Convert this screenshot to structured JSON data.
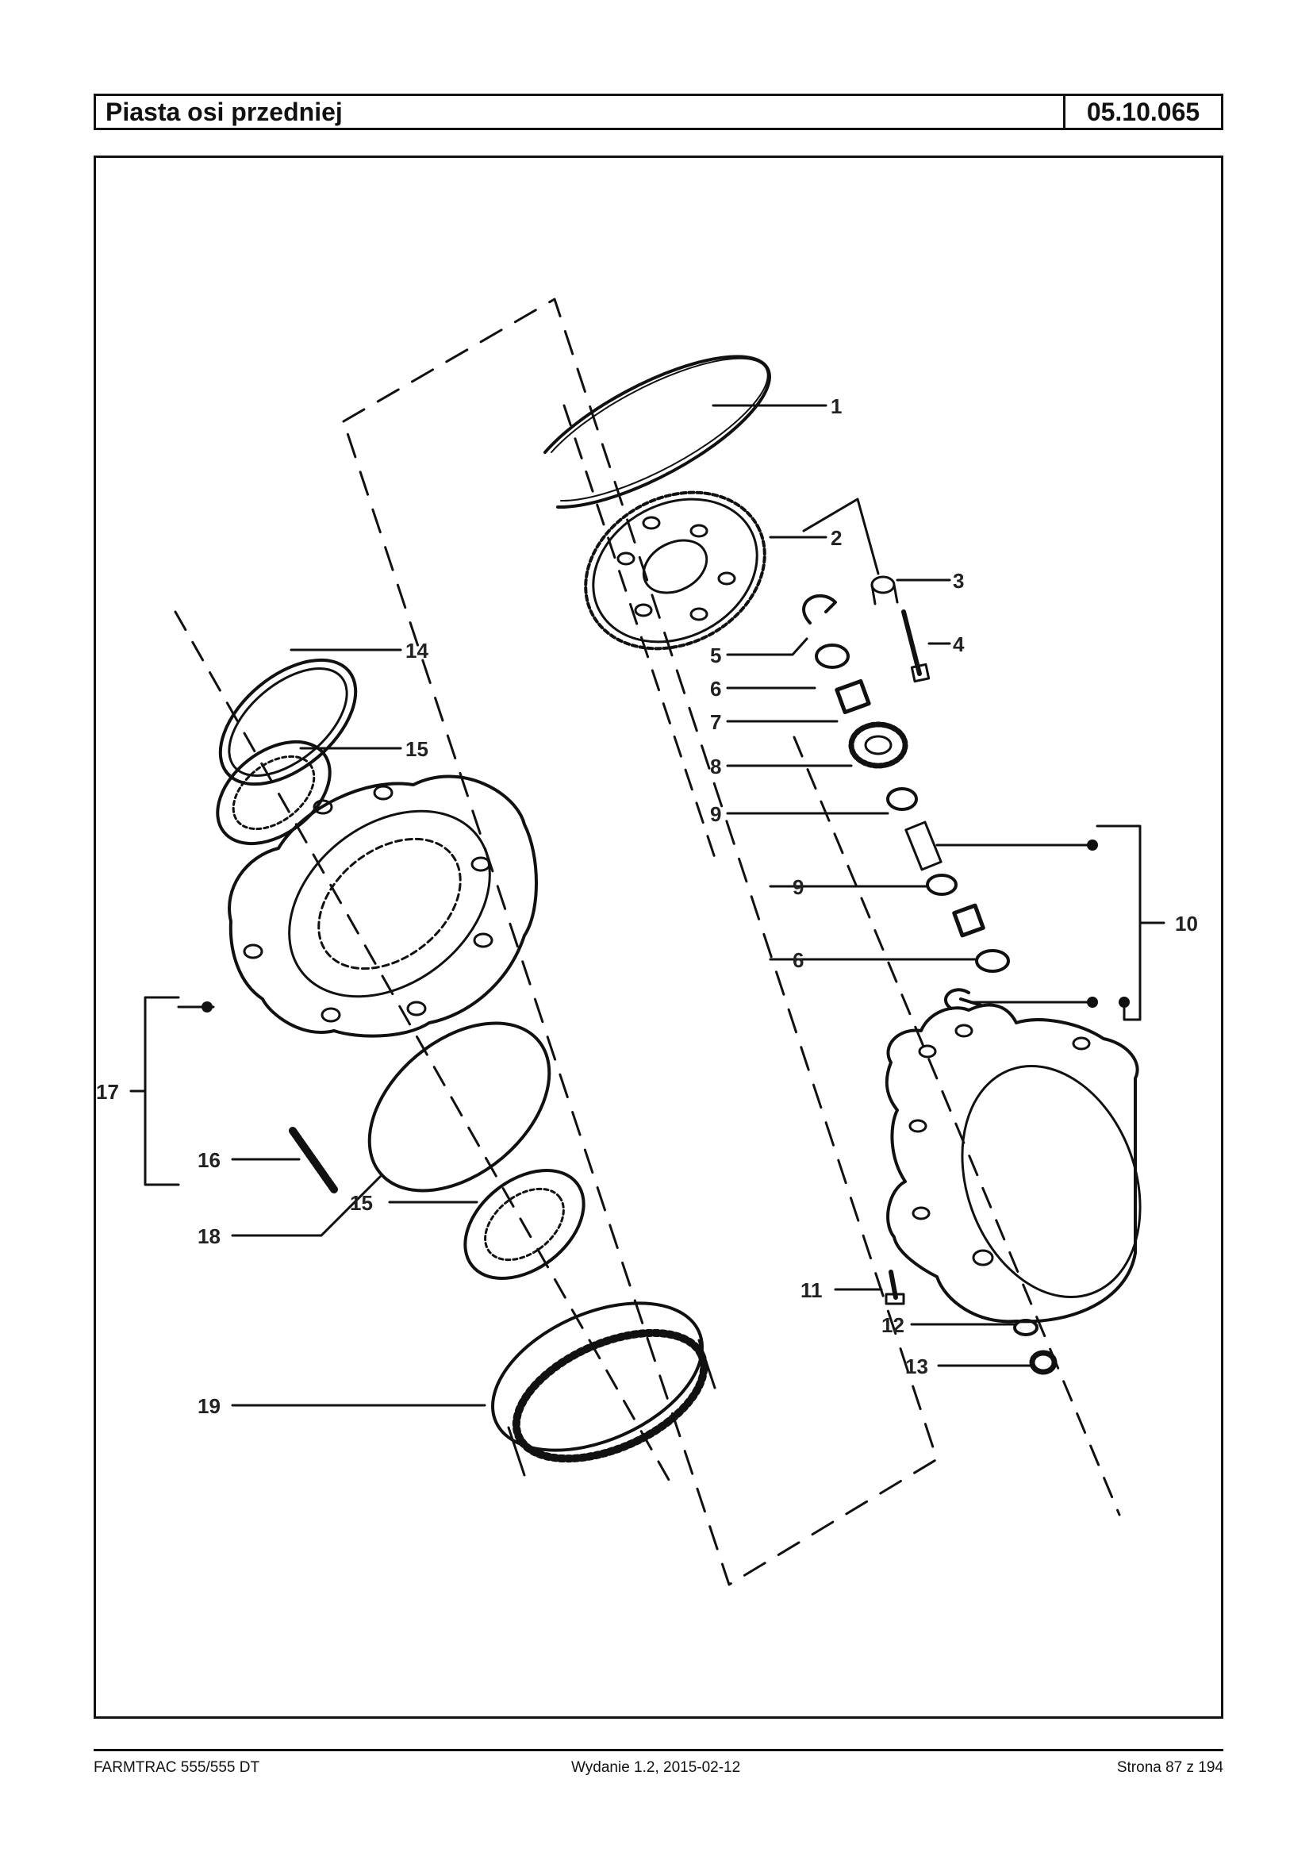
{
  "header": {
    "title": "Piasta osi przedniej",
    "code": "05.10.065"
  },
  "callouts": [
    {
      "id": "c1",
      "text": "1"
    },
    {
      "id": "c2",
      "text": "2"
    },
    {
      "id": "c3",
      "text": "3"
    },
    {
      "id": "c4",
      "text": "4"
    },
    {
      "id": "c5",
      "text": "5"
    },
    {
      "id": "c6a",
      "text": "6"
    },
    {
      "id": "c7",
      "text": "7"
    },
    {
      "id": "c8",
      "text": "8"
    },
    {
      "id": "c9a",
      "text": "9"
    },
    {
      "id": "c9b",
      "text": "9"
    },
    {
      "id": "c6b",
      "text": "6"
    },
    {
      "id": "c10",
      "text": "10"
    },
    {
      "id": "c11",
      "text": "11"
    },
    {
      "id": "c12",
      "text": "12"
    },
    {
      "id": "c13",
      "text": "13"
    },
    {
      "id": "c14",
      "text": "14"
    },
    {
      "id": "c15a",
      "text": "15"
    },
    {
      "id": "c15b",
      "text": "15"
    },
    {
      "id": "c16",
      "text": "16"
    },
    {
      "id": "c17",
      "text": "17"
    },
    {
      "id": "c18",
      "text": "18"
    },
    {
      "id": "c19",
      "text": "19"
    }
  ],
  "footer": {
    "left": "FARMTRAC 555/555 DT",
    "middle": "Wydanie 1.2,  2015-02-12",
    "right": "Strona 87 z 194"
  }
}
